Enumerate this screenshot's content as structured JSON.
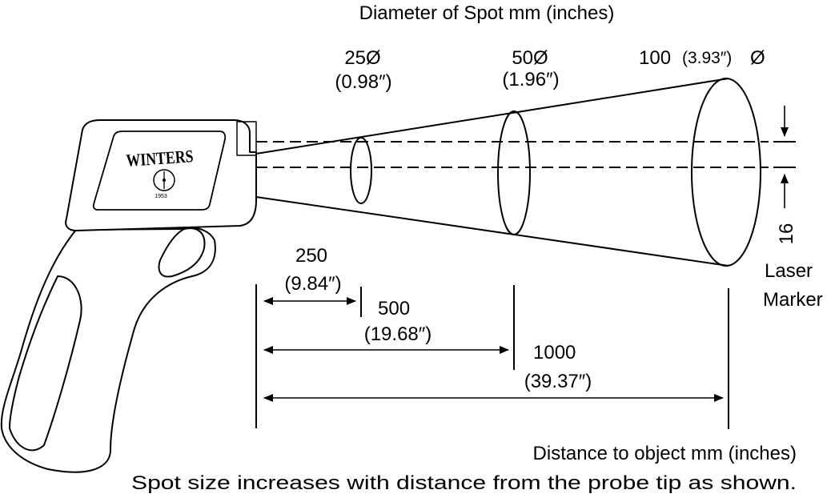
{
  "diagram": {
    "title": "Diagram of infrared thermometer spot size versus distance",
    "top_label": "Diameter of Spot mm (inches)",
    "device": {
      "brand": "WINTERS",
      "year": "1953",
      "icon": "thermometer-gauge-icon"
    },
    "spots": [
      {
        "diameter": "25Ø",
        "inches": "(0.98″)"
      },
      {
        "diameter": "50Ø",
        "inches": "(1.96″)"
      },
      {
        "diameter": "100",
        "inches_inline": "(3.93″)",
        "symbol": "Ø"
      }
    ],
    "distances": [
      {
        "mm": "250",
        "inches": "(9.84″)"
      },
      {
        "mm": "500",
        "inches": "(19.68″)"
      },
      {
        "mm": "1000",
        "inches": "(39.37″)"
      }
    ],
    "laser": {
      "gap": "16",
      "label_line1": "Laser",
      "label_line2": "Marker"
    },
    "bottom_label": "Distance to object mm (inches)",
    "footnote": "Spot size increases with distance from the probe tip as shown."
  }
}
